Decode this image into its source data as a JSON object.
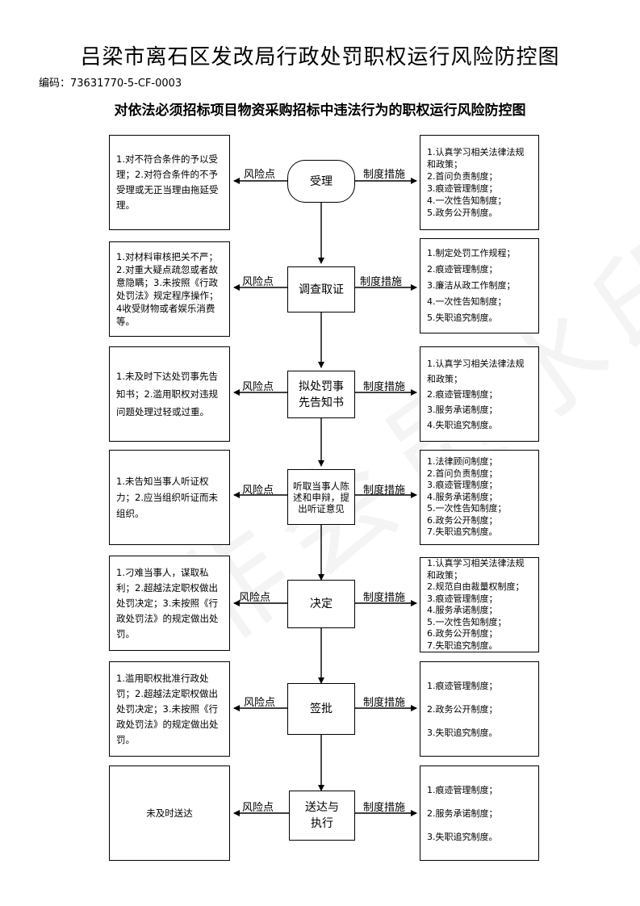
{
  "title": "吕梁市离石区发改局行政处罚职权运行风险防控图",
  "code": "编码：73631770-5-CF-0003",
  "subtitle": "对依法必须招标项目物资采购招标中违法行为的职权运行风险防控图",
  "watermark": "非会员水印",
  "risk_label": "风险点",
  "measure_label": "制度措施",
  "steps": [
    {
      "name": "受理",
      "risks": [
        "1.对不符合条件的予以受理；2.对符合条件的不予受理或无正当理由拖延受理。"
      ],
      "measures": [
        "1.认真学习相关法律法规和政策；",
        "2.首问负责制度；",
        "3.痕迹管理制度；",
        "4.一次性告知制度；",
        "5.政务公开制度。"
      ]
    },
    {
      "name": "调查取证",
      "risks": [
        "1.对材料审核把关不严；",
        "2.对重大疑点疏忽或者故意隐瞒；3.未按照《行政处罚法》规定程序操作；4收受财物或者娱乐消费等。"
      ],
      "measures": [
        "1.制定处罚工作规程；",
        "2.痕迹管理制度；",
        "3.廉洁从政工作制度；",
        "4.一次性告知制度；",
        "5.失职追究制度。"
      ]
    },
    {
      "name": "拟处罚事先告知书",
      "risks": [
        "1.未及时下达处罚事先告知书；2.滥用职权对违规问题处理过轻或过重。"
      ],
      "measures": [
        "1.认真学习相关法律法规和政策；",
        "2.痕迹管理制度；",
        "3.服务承诺制度；",
        "4.失职追究制度。"
      ]
    },
    {
      "name": "听取当事人陈述和申辩，提出听证意见",
      "risks": [
        "1.未告知当事人听证权力；2.应当组织听证而未组织。"
      ],
      "measures": [
        "1.法律顾问制度；",
        "2.首问负责制度；",
        "3.痕迹管理制度；",
        "4.服务承诺制度；",
        "5.一次性告知制度；",
        "6.政务公开制度；",
        "7.失职追究制度。"
      ]
    },
    {
      "name": "决定",
      "risks": [
        "1.刁难当事人，谋取私利；2.超越法定职权做出处罚决定；3.未按照《行政处罚法》的规定做出处罚。"
      ],
      "measures": [
        "1.认真学习相关法律法规和政策；",
        "2.规范自由裁量权制度；",
        "3.痕迹管理制度；",
        "4.服务承诺制度；",
        "5.一次性告知制度；",
        "6.政务公开制度；",
        "7.失职追究制度。"
      ]
    },
    {
      "name": "签批",
      "risks": [
        "1.滥用职权批准行政处罚；2.超越法定职权做出处罚决定；3.未按照《行政处罚法》的规定做出处罚。"
      ],
      "measures": [
        "1.痕迹管理制度；",
        "2.政务公开制度；",
        "3.失职追究制度。"
      ]
    },
    {
      "name": "送达与执行",
      "risks": [
        "未及时送达"
      ],
      "measures": [
        "1.痕迹管理制度；",
        "2.服务承诺制度；",
        "3.失职追究制度。"
      ]
    }
  ]
}
